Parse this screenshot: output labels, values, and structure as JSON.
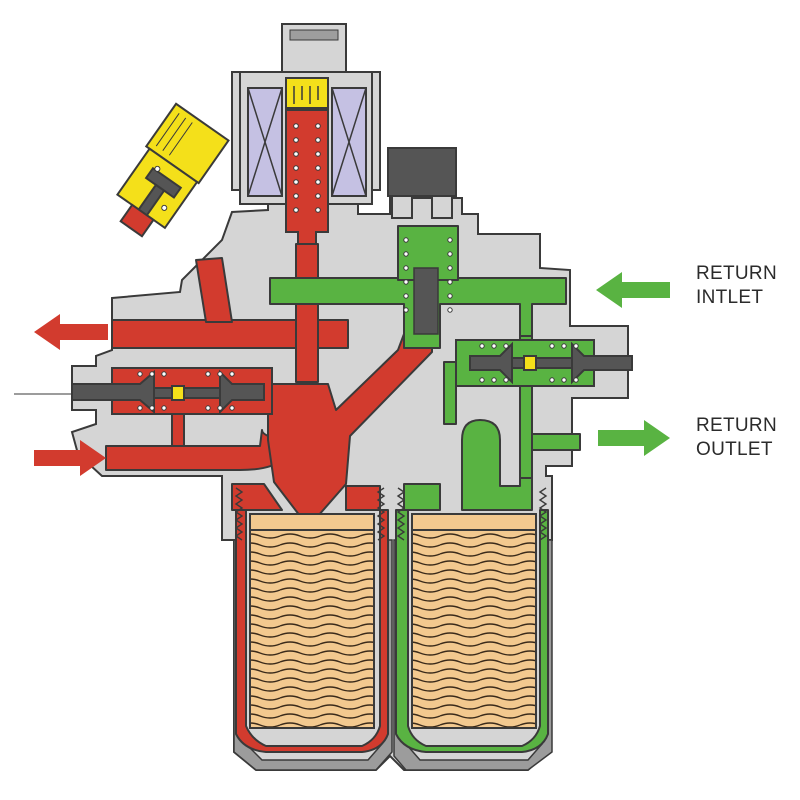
{
  "labels": {
    "return_inlet": {
      "line1": "RETURN",
      "line2": "INTLET"
    },
    "return_outlet": {
      "line1": "RETURN",
      "line2": "OUTLET"
    }
  },
  "colors": {
    "body": "#d5d5d5",
    "outline": "#3a3a3a",
    "pressure_red": "#d23b2e",
    "return_green": "#59b342",
    "element_tan": "#f3c98f",
    "solenoid_violet": "#c5c1e3",
    "sensor_yellow": "#f4e01a",
    "dark_plunger": "#555555"
  },
  "icons": [
    "arrow-left-red-icon",
    "arrow-right-red-icon",
    "arrow-left-green-icon",
    "arrow-right-green-icon"
  ]
}
